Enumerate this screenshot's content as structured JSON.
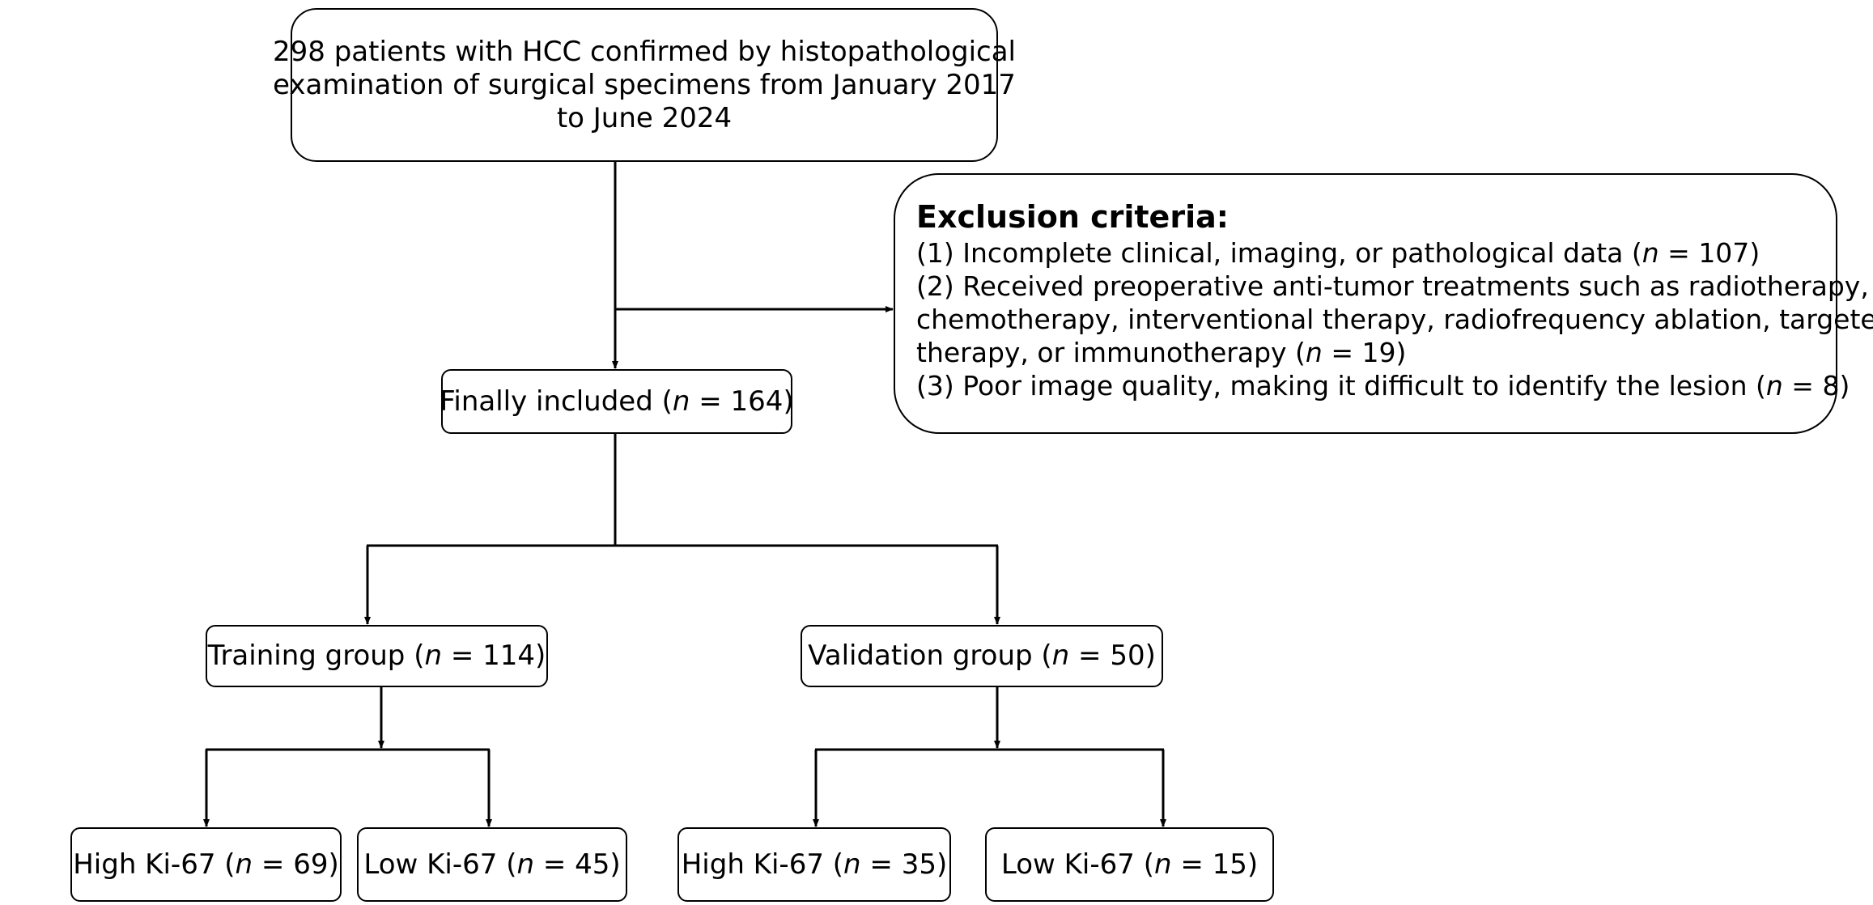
{
  "diagram": {
    "source_box": {
      "line1": "298 patients with HCC confirmed by histopathological",
      "line2": "examination of surgical specimens from January 2017",
      "line3": "to June 2024"
    },
    "exclusion_box": {
      "title": "Exclusion criteria:",
      "item1_text": " (1) Incomplete clinical, imaging, or pathological data (",
      "item1_n": "107",
      "item2_line1": " (2) Received preoperative anti-tumor treatments such as radiotherapy,",
      "item2_line2": "chemotherapy, interventional therapy, radiofrequency ablation, targeted",
      "item2_line3_text": "therapy, or immunotherapy (",
      "item2_n": "19",
      "item3_text": " (3) Poor image quality, making it difficult to identify the lesion (",
      "item3_n": "8"
    },
    "included_box": {
      "label": "Finally included (",
      "n": "164"
    },
    "training_box": {
      "label": "Training group (",
      "n": "114"
    },
    "validation_box": {
      "label": "Validation group (",
      "n": "50"
    },
    "training_high": {
      "label": "High Ki-67 (",
      "n": "69"
    },
    "training_low": {
      "label": "Low Ki-67 (",
      "n": "45"
    },
    "validation_high": {
      "label": "High Ki-67 (",
      "n": "35"
    },
    "validation_low": {
      "label": "Low Ki-67 (",
      "n": "15"
    },
    "n_symbol": "n",
    "equals": " = ",
    "close_paren": ")"
  },
  "colors": {
    "stroke": "#000000",
    "background": "#ffffff"
  }
}
